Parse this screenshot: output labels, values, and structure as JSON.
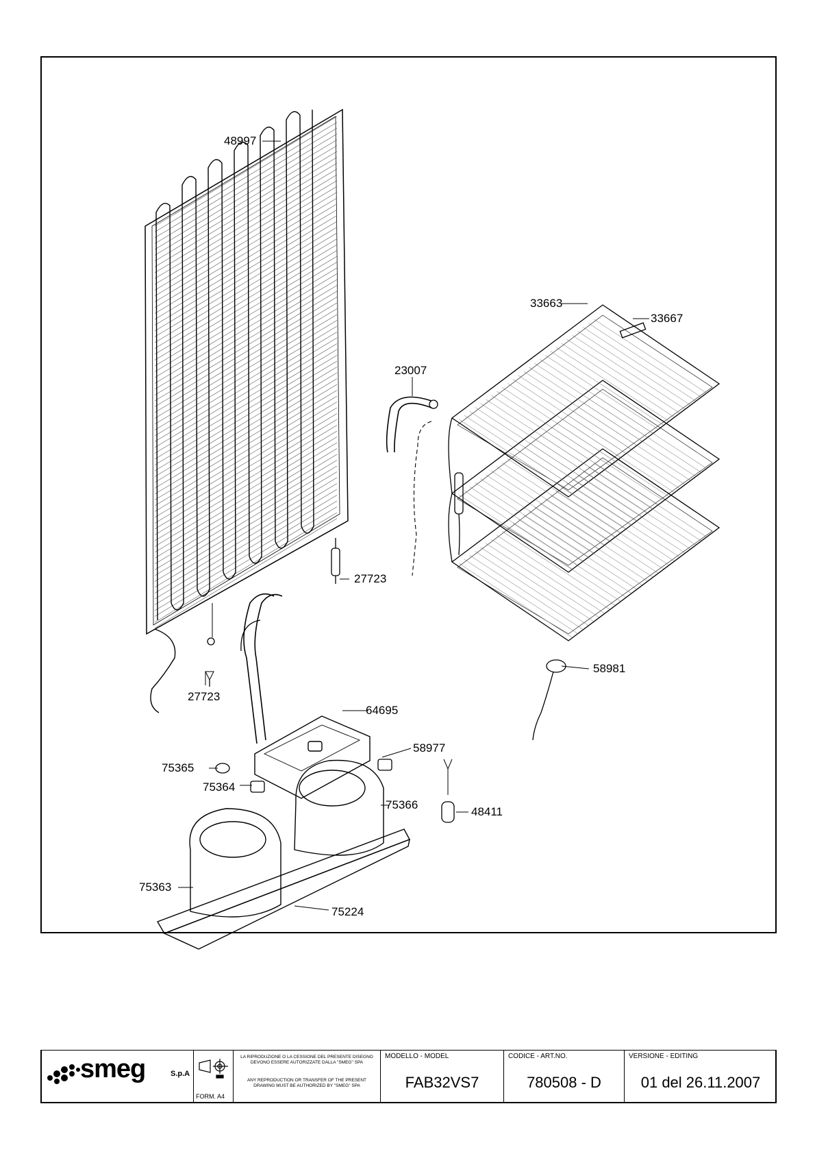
{
  "callouts": {
    "c48997": "48997",
    "c33663": "33663",
    "c33667": "33667",
    "c23007": "23007",
    "c27723a": "27723",
    "c27723b": "27723",
    "c58981": "58981",
    "c64695": "64695",
    "c58977": "58977",
    "c75365": "75365",
    "c75364": "75364",
    "c75366": "75366",
    "c48411": "48411",
    "c75363": "75363",
    "c75224": "75224"
  },
  "title_block": {
    "brand": "smeg",
    "brand_suffix": "S.p.A",
    "form_label": "FORM. A4",
    "notice_it": "LA RIPRODUZIONE O LA CESSIONE DEL PRESENTE DISEGNO DEVONO ESSERE AUTORIZZATE DALLA \"SMEG\" SPA",
    "notice_en": "ANY REPRODUCTION OR TRANSFER OF THE PRESENT DRAWING MUST BE AUTHORIZED BY \"SMEG\" SPA",
    "model_label": "MODELLO - MODEL",
    "model_value": "FAB32VS7",
    "code_label": "CODICE - ART.NO.",
    "code_value": "780508 - D",
    "version_label": "VERSIONE - EDITING",
    "version_value": "01 del 26.11.2007"
  },
  "icons": {
    "projection": "third-angle-projection-icon",
    "logo": "smeg-dots-logo"
  }
}
